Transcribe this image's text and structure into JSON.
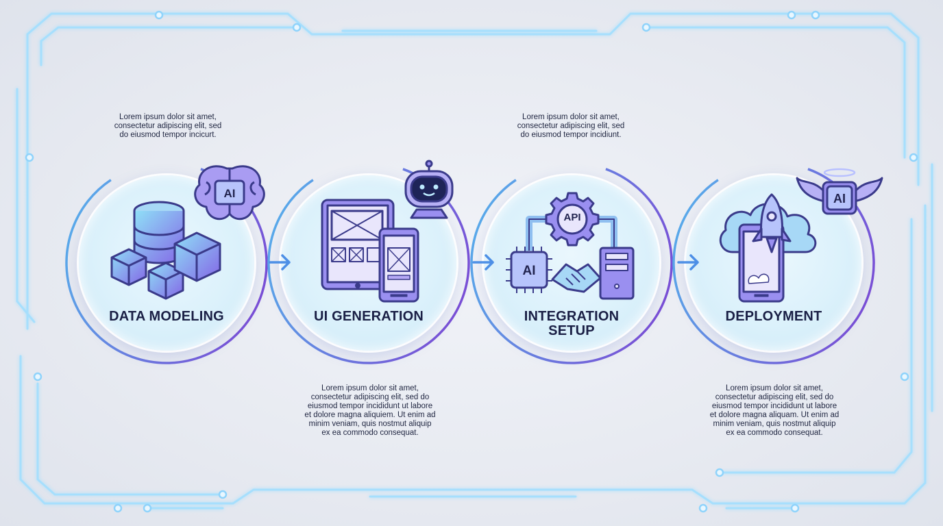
{
  "colors": {
    "frame": "#9fdcff",
    "frame_glow": "#d6f1ff",
    "ring_top": "#5aa9ea",
    "ring_bottom": "#7a4fd6",
    "icon_stroke": "#3a3a8a",
    "icon_fill": "#9a8ff0",
    "arrow": "#4d8fe6",
    "text": "#1a1f45"
  },
  "stages": [
    {
      "title": "DATA MODELING",
      "icon": "database-cubes-ai-brain-icon",
      "badge": "AI",
      "description": "Lorem ipsum dolor sit amet,\nconsectetur adipiscing elit, sed\ndo eiusmod tempor incicurt."
    },
    {
      "title": "UI GENERATION",
      "icon": "tablet-phone-robot-icon",
      "badge": "",
      "description": "Lorem ipsum dolor sit amet,\nconsectetur adipiscing elit, sed do\neiusmod tempor incididunt ut labore\net dolore magna aliquiem. Ut enim ad\nminim veniam, quis nostmut aliquip\nex ea commodo consequat."
    },
    {
      "title": "INTEGRATION SETUP",
      "icon": "api-gear-handshake-server-icon",
      "badge": "API",
      "badge2": "AI",
      "description": "Lorem ipsum dolor sit amet,\nconsectetur adipiscing elit, sed\ndo eiusmod tempor incidiunt."
    },
    {
      "title": "DEPLOYMENT",
      "icon": "cloud-rocket-phone-winged-ai-icon",
      "badge": "AI",
      "description": "Lorem ipsum dolor sit amet,\nconsectetur adipiscing elit, sed do\neiusmod tempor incididunt ut labore\net dolore magna aliquam. Ut enim ad\nminim veniam, quis nostmut aliquip\nex ea commodo consequat."
    }
  ]
}
